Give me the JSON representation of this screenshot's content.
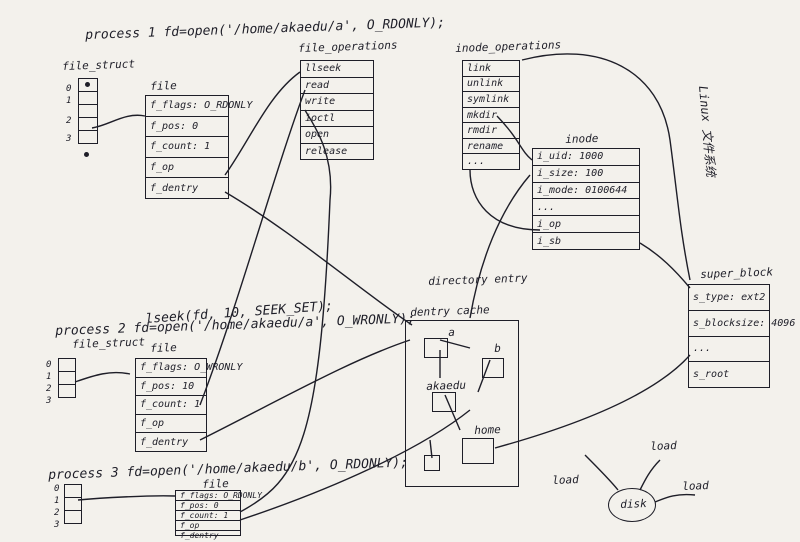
{
  "headings": {
    "process1": "process 1  fd=open('/home/akaedu/a', O_RDONLY);",
    "process2": "process 2  fd=open('/home/akaedu/a', O_WRONLY);",
    "lseek_call": "lseek(fd, 10, SEEK_SET);",
    "process3": "process 3  fd=open('/home/akaedu/b', O_RDONLY);",
    "title": "Linux 文件系统"
  },
  "labels": {
    "file_struct": "file_struct",
    "file": "file",
    "file_operations": "file_operations",
    "inode_operations": "inode_operations",
    "inode": "inode",
    "super_block": "super_block",
    "dentry_cache": "dentry cache",
    "directory_entry": "directory entry",
    "node_a": "a",
    "node_b": "b",
    "node_akaedu": "akaedu",
    "node_home": "home",
    "disk": "disk",
    "load1": "load",
    "load2": "load",
    "load3": "load",
    "idx0": "0",
    "idx1": "1",
    "idx2": "2",
    "idx3": "3"
  },
  "file1": [
    "f_flags: O_RDONLY",
    "f_pos: 0",
    "f_count: 1",
    "f_op",
    "f_dentry"
  ],
  "file2": [
    "f_flags: O_WRONLY",
    "f_pos: 10",
    "f_count: 1",
    "f_op",
    "f_dentry"
  ],
  "file3": [
    "f_flags: O_RDONLY",
    "f_pos: 0",
    "f_count: 1",
    "f_op",
    "f_dentry"
  ],
  "fops": [
    "llseek",
    "read",
    "write",
    "ioctl",
    "open",
    "release"
  ],
  "iops": [
    "link",
    "unlink",
    "symlink",
    "mkdir",
    "rmdir",
    "rename",
    "..."
  ],
  "inode": [
    "i_uid: 1000",
    "i_size: 100",
    "i_mode: 0100644",
    "...",
    "i_op",
    "i_sb"
  ],
  "sb": [
    "s_type: ext2",
    "s_blocksize: 4096",
    "...",
    "s_root"
  ]
}
